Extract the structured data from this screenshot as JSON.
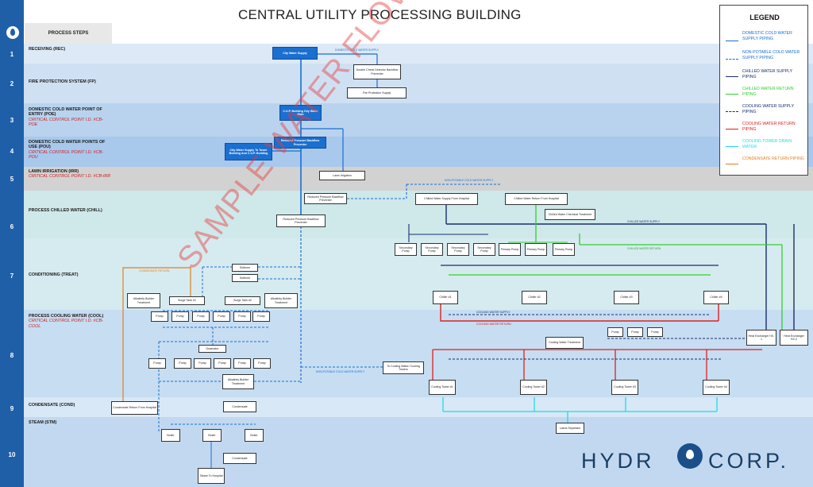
{
  "title": "CENTRAL UTILITY PROCESSING BUILDING",
  "steps_header": "PROCESS STEPS",
  "rows": [
    {
      "num": "1",
      "name": "RECEIVING (REC)",
      "ccp": ""
    },
    {
      "num": "2",
      "name": "FIRE PROTECTION SYSTEM (FP)",
      "ccp": ""
    },
    {
      "num": "3",
      "name": "DOMESTIC COLD WATER POINT OF ENTRY (POE)",
      "ccp": "CRITICAL CONTROL POINT I.D. #CB-POE"
    },
    {
      "num": "4",
      "name": "DOMESTIC COLD WATER POINTS OF USE (POU)",
      "ccp": "CRITICAL CONTROL POINT I.D. #CB-POU"
    },
    {
      "num": "5",
      "name": "LAWN IRRIGATION (IRR)",
      "ccp": "CRITICAL CONTROL POINT I.D. #CB-IRR"
    },
    {
      "num": "6",
      "name": "PROCESS CHILLED WATER (CHILL)",
      "ccp": ""
    },
    {
      "num": "7",
      "name": "CONDITIONING (TREAT)",
      "ccp": ""
    },
    {
      "num": "8",
      "name": "PROCESS COOLING WATER (COOL)",
      "ccp": "CRITICAL CONTROL POINT I.D. #CB-COOL"
    },
    {
      "num": "9",
      "name": "CONDENSATE (COND)",
      "ccp": ""
    },
    {
      "num": "10",
      "name": "STEAM (STM)",
      "ccp": ""
    }
  ],
  "legend": {
    "title": "LEGEND",
    "items": [
      {
        "label": "DOMESTIC COLD WATER SUPPLY PIPING",
        "color": "#1a6fd0",
        "style": "solid"
      },
      {
        "label": "NON-POTABLE COLD WATER SUPPLY PIPING",
        "color": "#1a6fd0",
        "style": "dashed"
      },
      {
        "label": "CHILLED WATER SUPPLY PIPING",
        "color": "#1a2f6e",
        "style": "solid"
      },
      {
        "label": "CHILLED WATER RETURN PIPING",
        "color": "#33cc33",
        "style": "solid"
      },
      {
        "label": "COOLING WATER SUPPLY PIPING",
        "color": "#1a2f6e",
        "style": "dashed"
      },
      {
        "label": "COOLING WATER RETURN PIPING",
        "color": "#e02020",
        "style": "solid"
      },
      {
        "label": "COOLING TOWER DRAIN WATER",
        "color": "#22d8e8",
        "style": "solid"
      },
      {
        "label": "CONDENSATE RETURN PIPING",
        "color": "#e08020",
        "style": "solid"
      }
    ]
  },
  "nodes": {
    "city_water_supply": "City Water Supply",
    "double_check": "Double Check Detector Backflow Preventer",
    "fire_protection": "Fire Protection Supply",
    "cup_building": "C.U.P. Building City Water Main",
    "rp_backflow_1": "Reduced Pressure Backflow Preventer",
    "city_to_tower": "City Water Supply To Tower Building And C.U.P. Building",
    "lawn_irrigation": "Lawn Irrigation",
    "rp_backflow_2": "Reduced Pressure Backflow Preventer",
    "rp_backflow_3": "Reduced Pressure Backflow Preventer",
    "chilled_supply": "Chilled Water Supply From Hospital",
    "chilled_return": "Chilled Water Return From Hospital",
    "chilled_treatment": "Chilled Water Chemical Treatment",
    "secondary_pump": "Secondary Pump",
    "primary_pump": "Primary Pump",
    "chiller_1": "Chiller #1",
    "chiller_2": "Chiller #2",
    "chiller_3": "Chiller #3",
    "chiller_4": "Chiller #4",
    "softener": "Softener",
    "alkalinity_builder": "Alkalinity Builder Treatment",
    "surge_tank_1": "Surge Tank #1",
    "surge_tank_2": "Surge Tank #2",
    "pump": "Pump",
    "deaerator": "Deaerator",
    "alkalinity_treatment": "Alkalinity Builder Treatment",
    "condensate_return": "Condensate Return From Hospital",
    "condensate": "Condensate",
    "boiler": "Boiler",
    "steam_to_hospital": "Steam To Hospital",
    "to_cooling_water": "To Cooling Water/ Cooling Towers",
    "cooling_treatment": "Cooling Water Treatment",
    "heat_exchanger_1": "Heat Exchanger HX-1",
    "heat_exchanger_2": "Heat Exchanger HX-2",
    "cooling_tower_1": "Cooling Tower #1",
    "cooling_tower_2": "Cooling Tower #2",
    "cooling_tower_3": "Cooling Tower #3",
    "cooling_tower_4": "Cooling Tower #4",
    "lamia_separator": "Lakos Separator"
  },
  "line_labels": {
    "domestic_supply": "DOMESTIC COLD WATER SUPPLY",
    "non_potable": "NON-POTABLE COLD WATER SUPPLY",
    "non_potable_2": "NON-POTABLE COLD WATER SUPPLY",
    "chilled_supply": "CHILLED WATER SUPPLY",
    "chilled_return": "CHILLED WATER RETURN",
    "cooling_supply": "COOLING WATER SUPPLY",
    "cooling_return": "COOLING WATER RETURN",
    "condensate_return": "CONDENSATE RETURN"
  },
  "watermark": "SAMPLE WATER FLOW DIAGRAM",
  "brand": {
    "left": "HYDR",
    "right": "CORP."
  }
}
